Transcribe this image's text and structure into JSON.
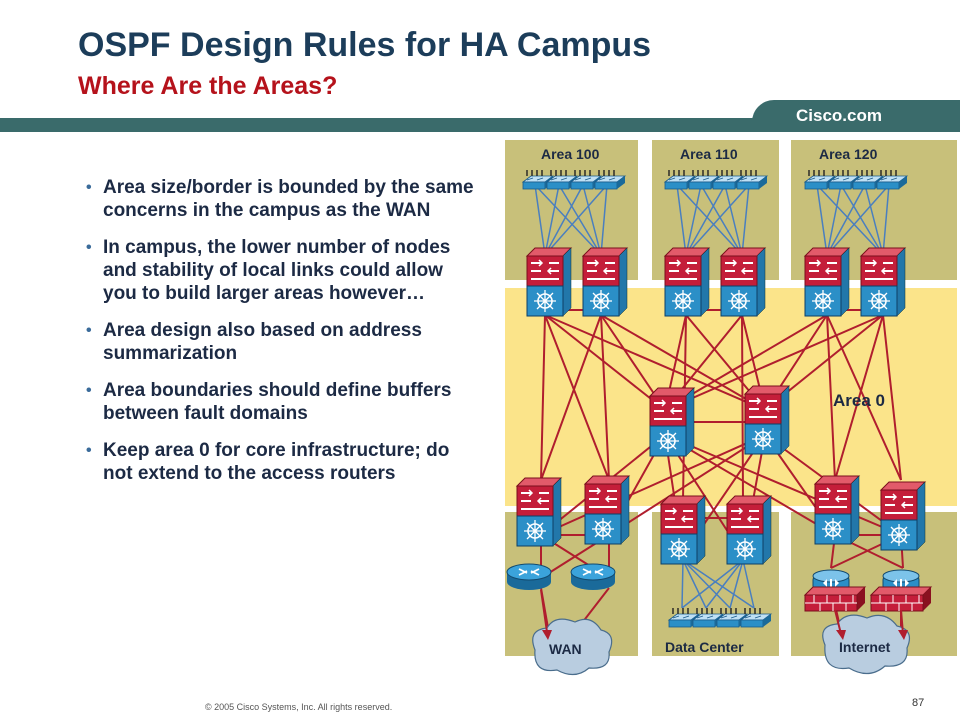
{
  "slide": {
    "title": "OSPF Design Rules for HA Campus",
    "subtitle": "Where Are the Areas?",
    "brand": "Cisco.com",
    "bullets": [
      "Area size/border is bounded by the same concerns in the campus as the WAN",
      "In campus, the lower number of nodes and stability of local links could allow you to build larger areas however…",
      "Area design also based on address summarization",
      "Area boundaries should define buffers between fault domains",
      "Keep area 0 for core infrastructure; do not extend to the access routers"
    ],
    "copyright": "© 2005 Cisco Systems, Inc. All rights reserved.",
    "page_number": "87"
  },
  "diagram": {
    "areas_top": [
      "Area 100",
      "Area 110",
      "Area 120"
    ],
    "area0": "Area 0",
    "wan": "WAN",
    "datacenter": "Data Center",
    "internet": "Internet",
    "colors": {
      "tan": "#c8c07a",
      "yellow": "#fbe48a",
      "link": "#b01e2e",
      "access_link": "#4a7fbf",
      "switch_red": "#c41e3a",
      "switch_blue": "#2b8fc7"
    }
  }
}
